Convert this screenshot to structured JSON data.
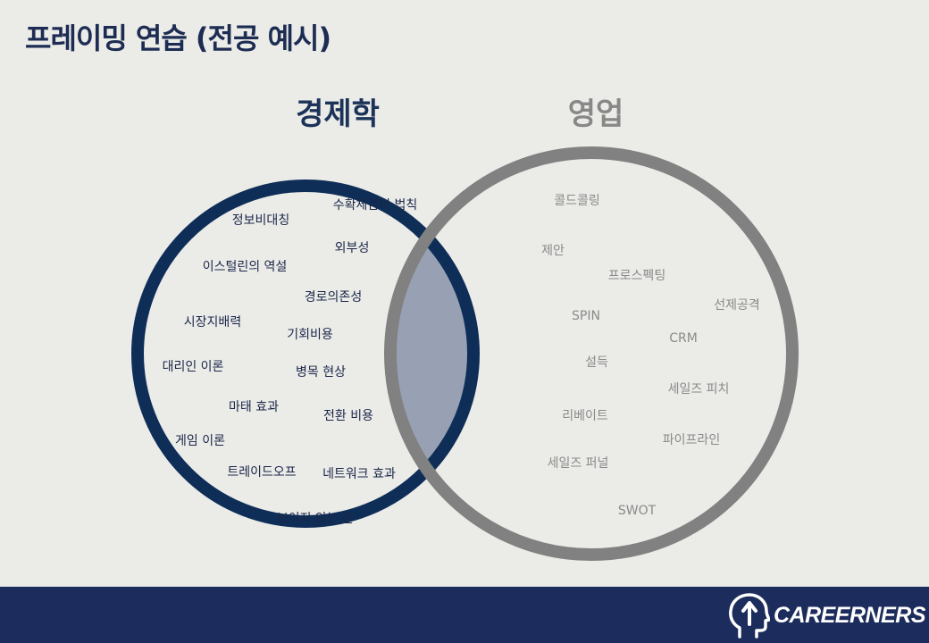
{
  "title": "프레이밍 연습 (전공 예시)",
  "sets": {
    "left_label": "경제학",
    "right_label": "영업"
  },
  "economics_terms": [
    "수확체감의 법칙",
    "정보비대칭",
    "외부성",
    "이스털린의 역설",
    "경로의존성",
    "시장지배력",
    "기회비용",
    "대리인 이론",
    "병목 현상",
    "마태 효과",
    "전환 비용",
    "게임 이론",
    "트레이드오프",
    "네트워크 효과",
    "보이지 않는 손"
  ],
  "sales_terms": [
    "콜드콜링",
    "제안",
    "프로스펙팅",
    "선제공격",
    "SPIN",
    "CRM",
    "설득",
    "세일즈 피치",
    "리베이트",
    "파이프라인",
    "세일즈 퍼널",
    "SWOT"
  ],
  "colors": {
    "economics_circle": "#0e2d57",
    "sales_circle": "#818181",
    "intersection_fill": "#98a1b4",
    "footer": "#1c2c5c"
  },
  "logo": {
    "text": "CAREERNERS",
    "icon": "head-arrow-icon"
  }
}
